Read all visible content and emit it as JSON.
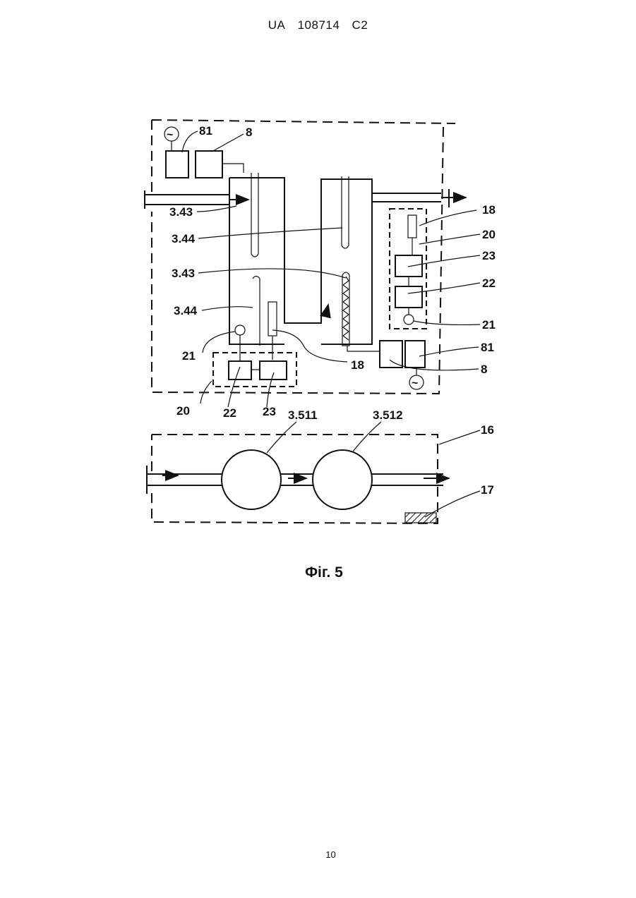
{
  "header": {
    "office": "UA",
    "number": "108714",
    "kind": "C2"
  },
  "figure": {
    "labels": {
      "l81a": "81",
      "l8a": "8",
      "l343a": "3.43",
      "l344a": "3.44",
      "l343b": "3.43",
      "l344b": "3.44",
      "l21a": "21",
      "l20a": "20",
      "l22a": "22",
      "l23a": "23",
      "l18a": "18",
      "l18b": "18",
      "l20b": "20",
      "l23b": "23",
      "l22b": "22",
      "l21b": "21",
      "l81b": "81",
      "l8b": "8",
      "l3511": "3.511",
      "l3512": "3.512",
      "l16": "16",
      "l17": "17"
    },
    "source_symbol": "~"
  },
  "caption": "Фіг. 5",
  "page_number": "10"
}
